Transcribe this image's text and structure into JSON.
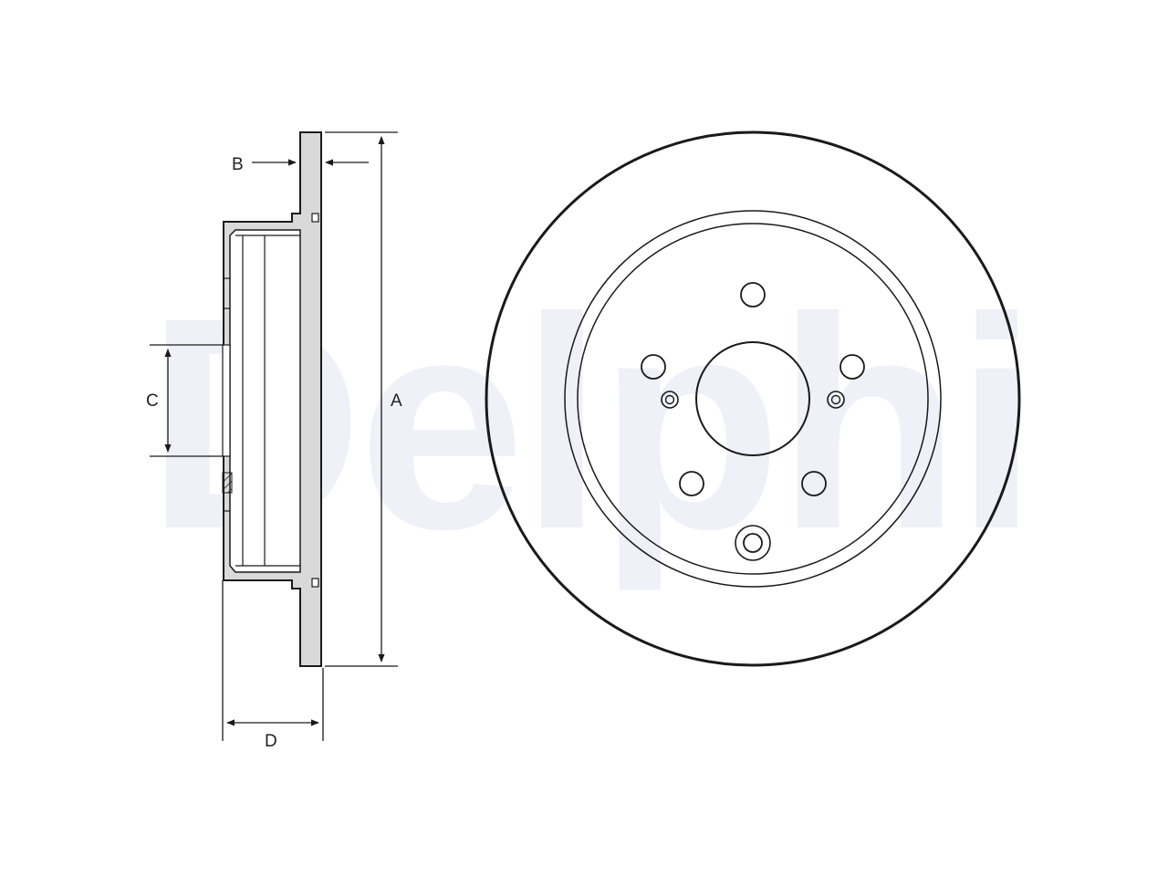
{
  "watermark": {
    "text": "Delphi",
    "color": "#eef1f7"
  },
  "labels": {
    "dim_a": "A",
    "dim_b": "B",
    "dim_c": "C",
    "dim_d": "D"
  },
  "colors": {
    "line": "#1a1a1a",
    "section_fill": "#d9d9d9",
    "background": "#ffffff"
  },
  "front_view": {
    "bolt_holes": 5,
    "pin_holes": 2,
    "locating_hole": 1
  }
}
